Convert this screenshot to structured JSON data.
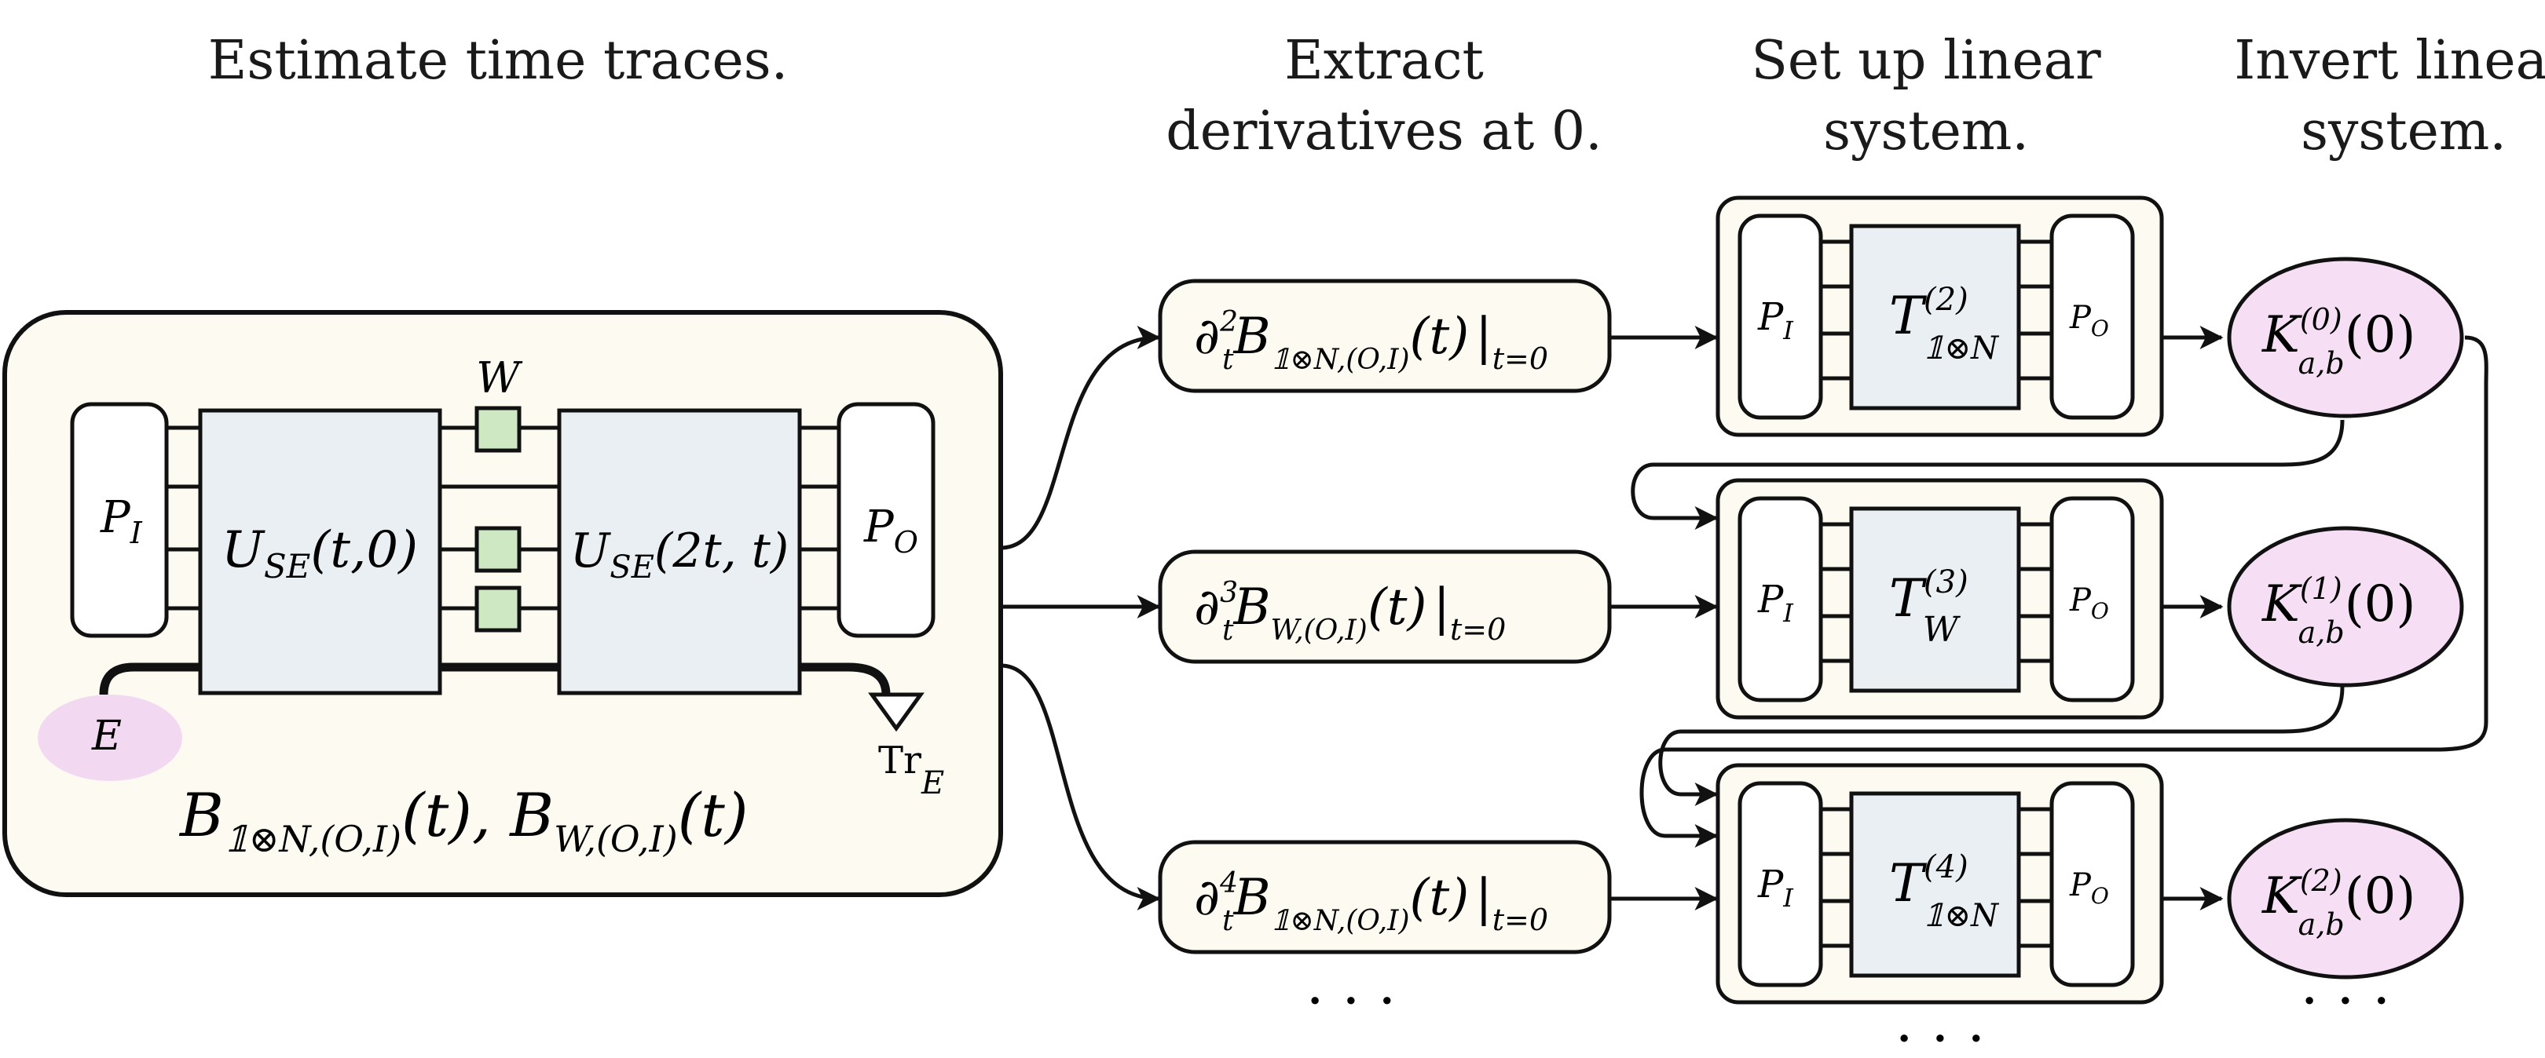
{
  "headers": {
    "estimate": [
      "Estimate time traces."
    ],
    "extract": [
      "Extract",
      "derivatives at 0."
    ],
    "setup": [
      "Set up linear",
      "system."
    ],
    "invert": [
      "Invert linear",
      "system."
    ]
  },
  "circuit": {
    "pi_main": "P",
    "pi_sub": "I",
    "po_main": "P",
    "po_sub": "O",
    "u1_main": "U",
    "u1_sub": "SE",
    "u1_args": "(t,0)",
    "u2_main": "U",
    "u2_sub": "SE",
    "u2_args": "(2t, t)",
    "w_label": "W",
    "env_label": "E",
    "trace_main": "Tr",
    "trace_sub": "E",
    "output_b1": "B",
    "output_b1_sub": "𝟙⊗N,(O,I)",
    "output_b1_args": "(t), ",
    "output_b2": "B",
    "output_b2_sub": "W,(O,I)",
    "output_b2_args": "(t)"
  },
  "derivatives": [
    {
      "op": "∂",
      "order": "2",
      "sub_t": "t",
      "b": "B",
      "b_sub": "𝟙⊗N,(O,I)",
      "args": "(t)",
      "bar": "|",
      "at": "t=0"
    },
    {
      "op": "∂",
      "order": "3",
      "sub_t": "t",
      "b": "B",
      "b_sub": "W,(O,I)",
      "args": "(t)",
      "bar": "|",
      "at": "t=0"
    },
    {
      "op": "∂",
      "order": "4",
      "sub_t": "t",
      "b": "B",
      "b_sub": "𝟙⊗N,(O,I)",
      "args": "(t)",
      "bar": "|",
      "at": "t=0"
    }
  ],
  "systems": [
    {
      "t_main": "T",
      "t_sup": "(2)",
      "t_sub": "𝟙⊗N",
      "pi": "P",
      "pi_sub": "I",
      "po": "P",
      "po_sub": "O"
    },
    {
      "t_main": "T",
      "t_sup": "(3)",
      "t_sub": "W",
      "pi": "P",
      "pi_sub": "I",
      "po": "P",
      "po_sub": "O"
    },
    {
      "t_main": "T",
      "t_sup": "(4)",
      "t_sub": "𝟙⊗N",
      "pi": "P",
      "pi_sub": "I",
      "po": "P",
      "po_sub": "O"
    }
  ],
  "kernels": [
    {
      "k": "K",
      "sup": "(0)",
      "sub": "a,b",
      "args": "(0)"
    },
    {
      "k": "K",
      "sup": "(1)",
      "sub": "a,b",
      "args": "(0)"
    },
    {
      "k": "K",
      "sup": "(2)",
      "sub": "a,b",
      "args": "(0)"
    }
  ],
  "ellipsis": "· · ·",
  "colors": {
    "panel_fill": "#fdfaf1",
    "unitary_fill": "#eaeff4",
    "w_gate_fill": "#cfe8c4",
    "kernel_fill": "#f6dff5",
    "env_fill": "#f3d8f2",
    "stroke": "#111111"
  }
}
